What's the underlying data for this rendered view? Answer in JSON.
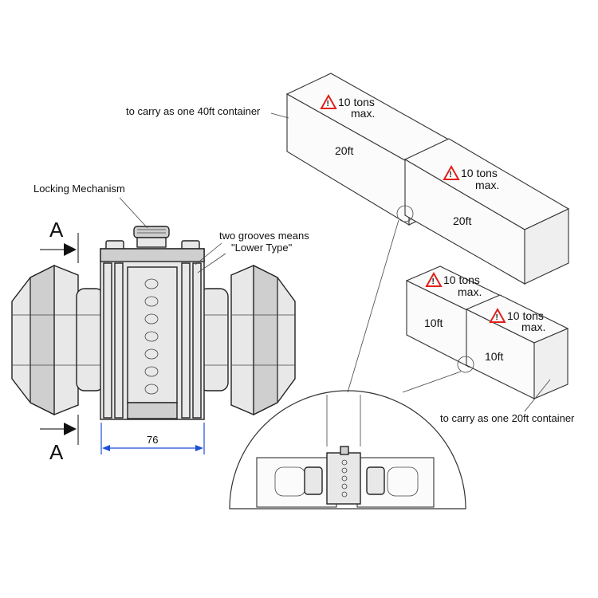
{
  "labels": {
    "locking_mechanism": "Locking Mechanism",
    "grooves_line1": "two grooves means",
    "grooves_line2": "\"Lower Type\"",
    "section_mark_top": "A",
    "section_mark_bottom": "A",
    "dimension": "76",
    "carry_40ft": "to carry as one 40ft container",
    "carry_20ft": "to carry as one 20ft container",
    "box_a": "20ft",
    "box_b": "20ft",
    "box_c": "10ft",
    "box_d": "10ft",
    "warn_a_1": "10 tons",
    "warn_a_2": "max.",
    "warn_b_1": "10 tons",
    "warn_b_2": "max.",
    "warn_c_1": "10 tons",
    "warn_c_2": "max.",
    "warn_d_1": "10 tons",
    "warn_d_2": "max.",
    "warning_glyph": "!"
  },
  "colors": {
    "warning_red": "#e0201b",
    "dimension_blue": "#1f4fd8",
    "line": "#333333"
  },
  "icons": [
    "warning-triangle-icon",
    "arrow-right-icon"
  ]
}
